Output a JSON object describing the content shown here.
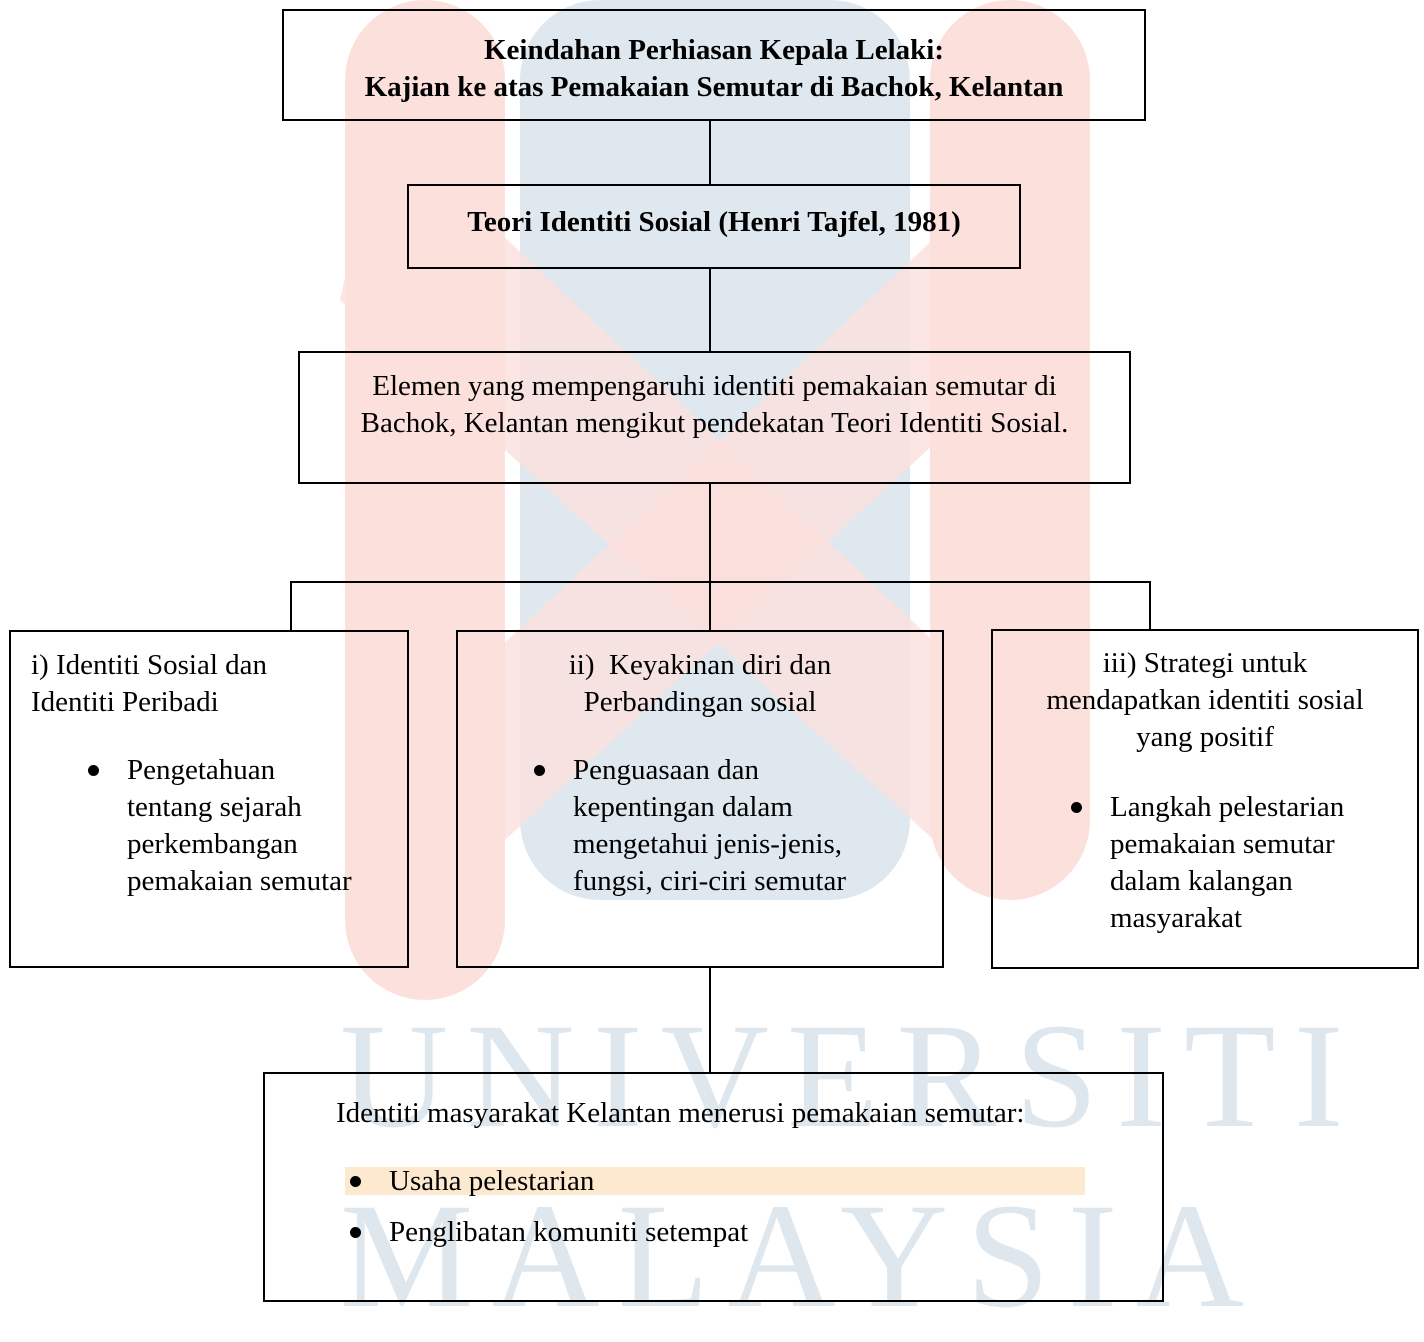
{
  "watermark": {
    "line1": "UNIVERSITI",
    "line2": "MALAYSIA",
    "colors": {
      "red": "#fbe0dc",
      "blue": "#dfe8ef",
      "orange": "#fde9cf"
    }
  },
  "title_box": {
    "line1": "Keindahan Perhiasan Kepala Lelaki:",
    "line2": "Kajian ke atas Pemakaian Semutar di Bachok, Kelantan"
  },
  "theory_box": {
    "text": "Teori Identiti Sosial (Henri Tajfel, 1981)"
  },
  "element_box": {
    "line1": "Elemen yang mempengaruhi identiti pemakaian semutar di",
    "line2": "Bachok, Kelantan mengikut pendekatan Teori Identiti Sosial."
  },
  "branch_1": {
    "heading_line1": "i) Identiti Sosial dan",
    "heading_line2": "Identiti Peribadi",
    "bullet_lines": [
      "Pengetahuan",
      "tentang sejarah",
      "perkembangan",
      "pemakaian semutar"
    ]
  },
  "branch_2": {
    "heading_line1": "ii)  Keyakinan diri dan",
    "heading_line2": "Perbandingan sosial",
    "bullet_lines": [
      "Penguasaan dan",
      "kepentingan dalam",
      "mengetahui jenis-jenis,",
      "fungsi, ciri-ciri semutar"
    ]
  },
  "branch_3": {
    "heading_line1": "iii) Strategi untuk",
    "heading_line2": "mendapatkan identiti sosial",
    "heading_line3": "yang positif",
    "bullet_lines": [
      "Langkah pelestarian",
      "pemakaian semutar",
      "dalam kalangan",
      "masyarakat"
    ]
  },
  "result_box": {
    "heading": "Identiti masyarakat Kelantan menerusi pemakaian semutar:",
    "bullets": [
      "Usaha pelestarian",
      "Penglibatan komuniti setempat"
    ]
  }
}
